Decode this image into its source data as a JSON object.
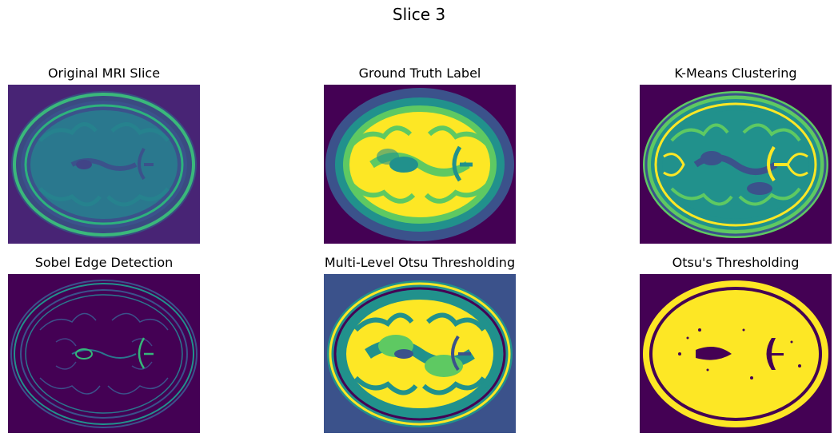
{
  "figure": {
    "title": "Slice 3",
    "colormap": "viridis",
    "colors": {
      "background": "#440154",
      "low": "#3b528b",
      "mid": "#21918c",
      "high": "#5ec962",
      "max": "#fde725"
    }
  },
  "panels": [
    {
      "title": "Original MRI Slice",
      "style": "mri"
    },
    {
      "title": "Ground Truth Label",
      "style": "label"
    },
    {
      "title": "K-Means Clustering",
      "style": "kmeans"
    },
    {
      "title": "Sobel Edge Detection",
      "style": "sobel"
    },
    {
      "title": "Multi-Level Otsu Thresholding",
      "style": "multiotsu"
    },
    {
      "title": "Otsu's Thresholding",
      "style": "otsu"
    }
  ]
}
